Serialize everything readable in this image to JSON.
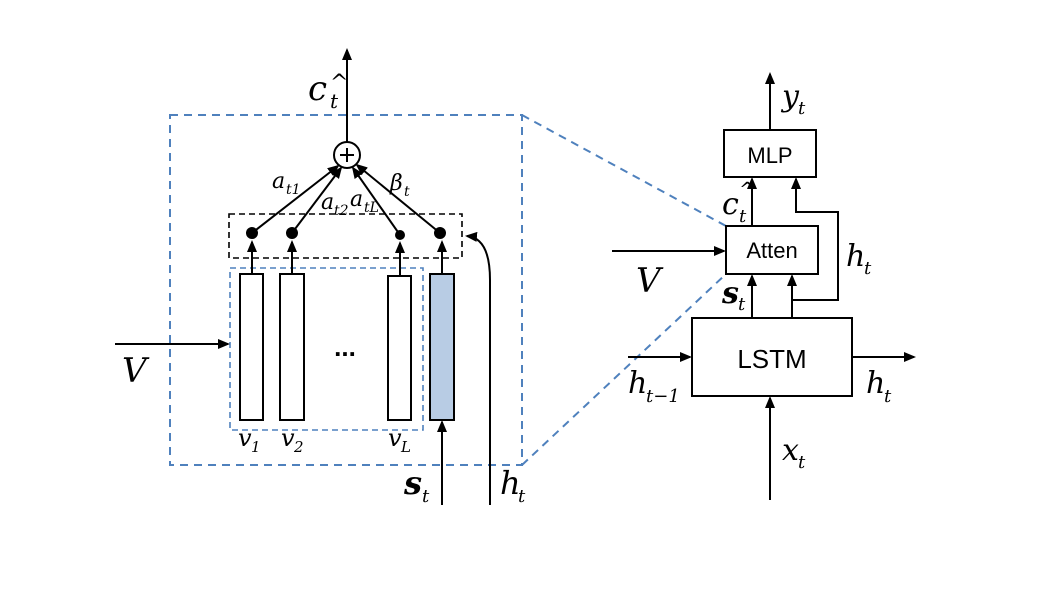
{
  "left": {
    "output": {
      "base": "c",
      "hat": "^",
      "sub": "t"
    },
    "input_v": "V",
    "ellipsis": "...",
    "weights": {
      "a1": {
        "base": "a",
        "sub": "t1"
      },
      "a2": {
        "base": "a",
        "sub": "t2"
      },
      "aL": {
        "base": "a",
        "sub": "tL"
      },
      "beta": {
        "base": "β",
        "sub": "t"
      }
    },
    "features": [
      {
        "base": "v",
        "sub": "1"
      },
      {
        "base": "v",
        "sub": "2"
      },
      {
        "base": "v",
        "sub": "L"
      }
    ],
    "sentinel": {
      "base": "s",
      "sub": "t"
    },
    "hidden": {
      "base": "h",
      "sub": "t"
    }
  },
  "right": {
    "mlp_label": "MLP",
    "atten_label": "Atten",
    "lstm_label": "LSTM",
    "output_y": {
      "base": "y",
      "sub": "t"
    },
    "context": {
      "base": "c",
      "hat": "^",
      "sub": "t"
    },
    "input_v": "V",
    "sentinel": {
      "base": "s",
      "sub": "t"
    },
    "hidden_loop": {
      "base": "h",
      "sub": "t"
    },
    "h_prev": {
      "base": "h",
      "sub": "t−1"
    },
    "h_out": {
      "base": "h",
      "sub": "t"
    },
    "x_in": {
      "base": "x",
      "sub": "t"
    }
  },
  "colors": {
    "highlight": "#b8cce4",
    "dash_blue": "#4f81bd"
  }
}
